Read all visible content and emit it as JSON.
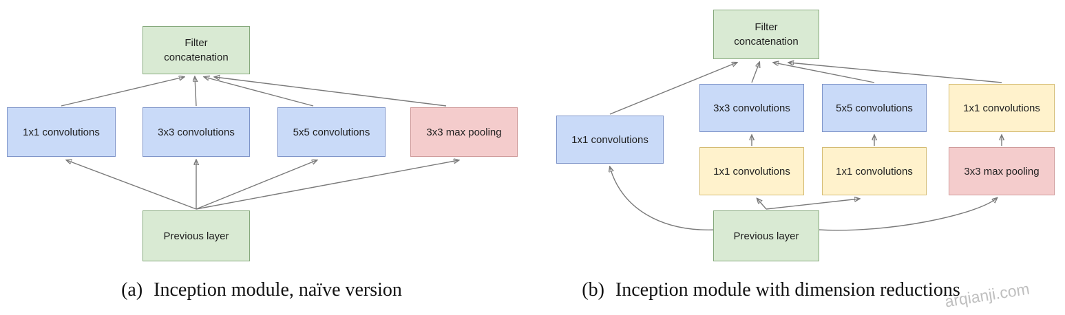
{
  "palette": {
    "green_fill": "#d9ead3",
    "green_border": "#86a97c",
    "blue_fill": "#c9daf8",
    "blue_border": "#7e94c9",
    "yellow_fill": "#fff2cc",
    "yellow_border": "#d4bb72",
    "red_fill": "#f4cccc",
    "red_border": "#cf9a9a",
    "arrow": "#7a7a7a"
  },
  "diagram_a": {
    "nodes": {
      "filter_concat": "Filter\nconcatenation",
      "conv1": "1x1 convolutions",
      "conv3": "3x3 convolutions",
      "conv5": "5x5 convolutions",
      "maxpool": "3x3 max pooling",
      "previous": "Previous layer"
    },
    "caption_index": "(a)",
    "caption_text": "Inception module, naïve version"
  },
  "diagram_b": {
    "nodes": {
      "filter_concat": "Filter\nconcatenation",
      "conv1_left": "1x1 convolutions",
      "conv3": "3x3 convolutions",
      "conv5": "5x5 convolutions",
      "conv1_right": "1x1 convolutions",
      "reduce1": "1x1 convolutions",
      "reduce2": "1x1 convolutions",
      "maxpool": "3x3 max pooling",
      "previous": "Previous layer"
    },
    "caption_index": "(b)",
    "caption_text": "Inception module with dimension reductions"
  },
  "watermark": "arqianji.com"
}
